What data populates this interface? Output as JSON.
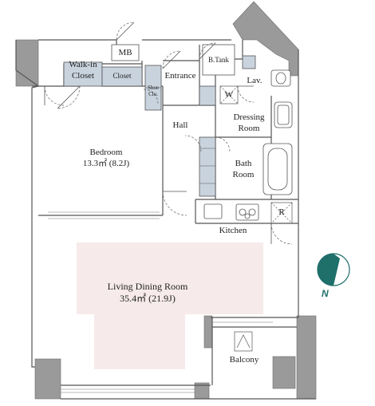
{
  "rooms": {
    "walk_in_closet": [
      "Walk-in",
      "Closet"
    ],
    "mb": "MB",
    "closet": "Closet",
    "entrance": "Entrance",
    "b_tank": "B.Tank",
    "shoe_closet": [
      "Shoe",
      "Clo."
    ],
    "lav": "Lav.",
    "w": "W",
    "hall": "Hall",
    "dressing_room": [
      "Dressing",
      "Room"
    ],
    "bedroom": {
      "name": "Bedroom",
      "area": "13.3㎡ (8.2J)"
    },
    "bath_room": [
      "Bath",
      "Room"
    ],
    "r": "R",
    "kitchen": "Kitchen",
    "living_dining_room": {
      "name": "Living Dining Room",
      "area": "35.4㎡ (21.9J)"
    },
    "balcony": "Balcony"
  },
  "compass": {
    "label": "N",
    "color": "#1f6f6b"
  },
  "colors": {
    "wall": "#9a9a9a",
    "wall_edge": "#6b6b6b",
    "fixture_fill": "#c9d3de",
    "living_highlight": "#f6eaea",
    "line": "#555555"
  }
}
